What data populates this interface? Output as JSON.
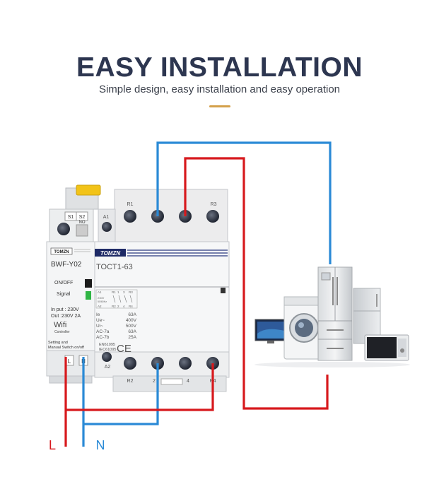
{
  "header": {
    "title": "EASY INSTALLATION",
    "subtitle": "Simple design, easy installation and easy operation"
  },
  "colors": {
    "live_wire": "#d7191d",
    "neutral_wire": "#2a8ad6",
    "title": "#2d3650",
    "accent": "#d4a04a"
  },
  "wifi_module": {
    "brand": "TOMZN",
    "model": "BWF-Y02",
    "switch_labels": [
      "S1",
      "S2"
    ],
    "no_label": "NO",
    "onoff_label": "ON/OFF",
    "signal_label": "Signal",
    "input_spec": "In put : 230V",
    "output_spec": "Out :230V 2A",
    "wifi_label": "Wifi",
    "controller_label": "Controller",
    "setting_line1": "Setting and",
    "setting_line2": "Manual Switch on/off",
    "terminals": [
      "L",
      "N"
    ]
  },
  "contactor": {
    "brand": "TOMZN",
    "model": "TOCT1-63",
    "top_labels": [
      "R1",
      "R3"
    ],
    "coil_top": "A1",
    "coil_bottom": "A2",
    "bottom_labels": [
      "R2",
      "2",
      "4",
      "R4"
    ],
    "diagram_top": [
      "A1",
      "R1",
      "1",
      "3",
      "R3"
    ],
    "diagram_bottom": [
      "A2",
      "R2",
      "2",
      "4",
      "R4"
    ],
    "diagram_volt": "230V",
    "diagram_freq": "50/60Hz",
    "specs": [
      {
        "k": "Ie",
        "v": "63A"
      },
      {
        "k": "Ue~",
        "v": "400V"
      },
      {
        "k": "Ui~",
        "v": "500V"
      },
      {
        "k": "AC-7a",
        "v": "63A"
      },
      {
        "k": "AC-7b",
        "v": "25A"
      }
    ],
    "mark": "CE",
    "standard1": "EN61095",
    "standard2": "IEC61095"
  },
  "wires": {
    "live_label": "L",
    "neutral_label": "N"
  },
  "appliances": [
    "refrigerator",
    "washing-machine",
    "television",
    "microwave",
    "fridge-small"
  ]
}
